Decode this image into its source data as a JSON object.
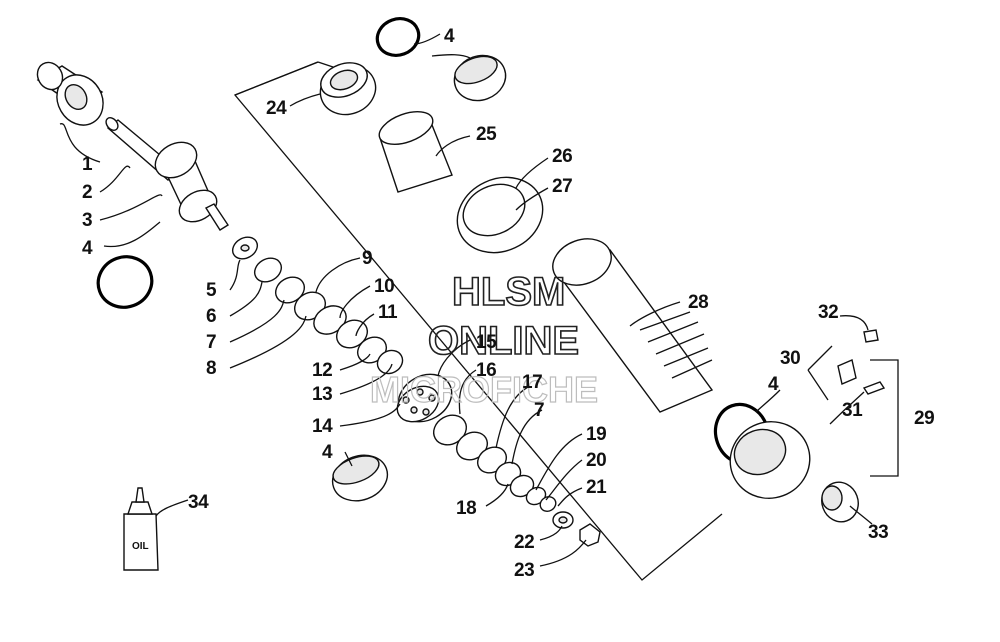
{
  "watermark": {
    "line1": "HLSM",
    "line2": "ONLINE",
    "line3": "MICROFICHE"
  },
  "bottle_label": "OIL",
  "callouts": [
    {
      "id": "c1",
      "text": "1"
    },
    {
      "id": "c2",
      "text": "2"
    },
    {
      "id": "c3",
      "text": "3"
    },
    {
      "id": "c4a",
      "text": "4"
    },
    {
      "id": "c4b",
      "text": "4"
    },
    {
      "id": "c4c",
      "text": "4"
    },
    {
      "id": "c4d",
      "text": "4"
    },
    {
      "id": "c5",
      "text": "5"
    },
    {
      "id": "c6",
      "text": "6"
    },
    {
      "id": "c7a",
      "text": "7"
    },
    {
      "id": "c7b",
      "text": "7"
    },
    {
      "id": "c8",
      "text": "8"
    },
    {
      "id": "c9",
      "text": "9"
    },
    {
      "id": "c10",
      "text": "10"
    },
    {
      "id": "c11",
      "text": "11"
    },
    {
      "id": "c12",
      "text": "12"
    },
    {
      "id": "c13",
      "text": "13"
    },
    {
      "id": "c14",
      "text": "14"
    },
    {
      "id": "c15",
      "text": "15"
    },
    {
      "id": "c16",
      "text": "16"
    },
    {
      "id": "c17",
      "text": "17"
    },
    {
      "id": "c18",
      "text": "18"
    },
    {
      "id": "c19",
      "text": "19"
    },
    {
      "id": "c20",
      "text": "20"
    },
    {
      "id": "c21",
      "text": "21"
    },
    {
      "id": "c22",
      "text": "22"
    },
    {
      "id": "c23",
      "text": "23"
    },
    {
      "id": "c24",
      "text": "24"
    },
    {
      "id": "c25",
      "text": "25"
    },
    {
      "id": "c26",
      "text": "26"
    },
    {
      "id": "c27",
      "text": "27"
    },
    {
      "id": "c28",
      "text": "28"
    },
    {
      "id": "c29",
      "text": "29"
    },
    {
      "id": "c30",
      "text": "30"
    },
    {
      "id": "c31",
      "text": "31"
    },
    {
      "id": "c32",
      "text": "32"
    },
    {
      "id": "c33",
      "text": "33"
    },
    {
      "id": "c34",
      "text": "34"
    }
  ]
}
